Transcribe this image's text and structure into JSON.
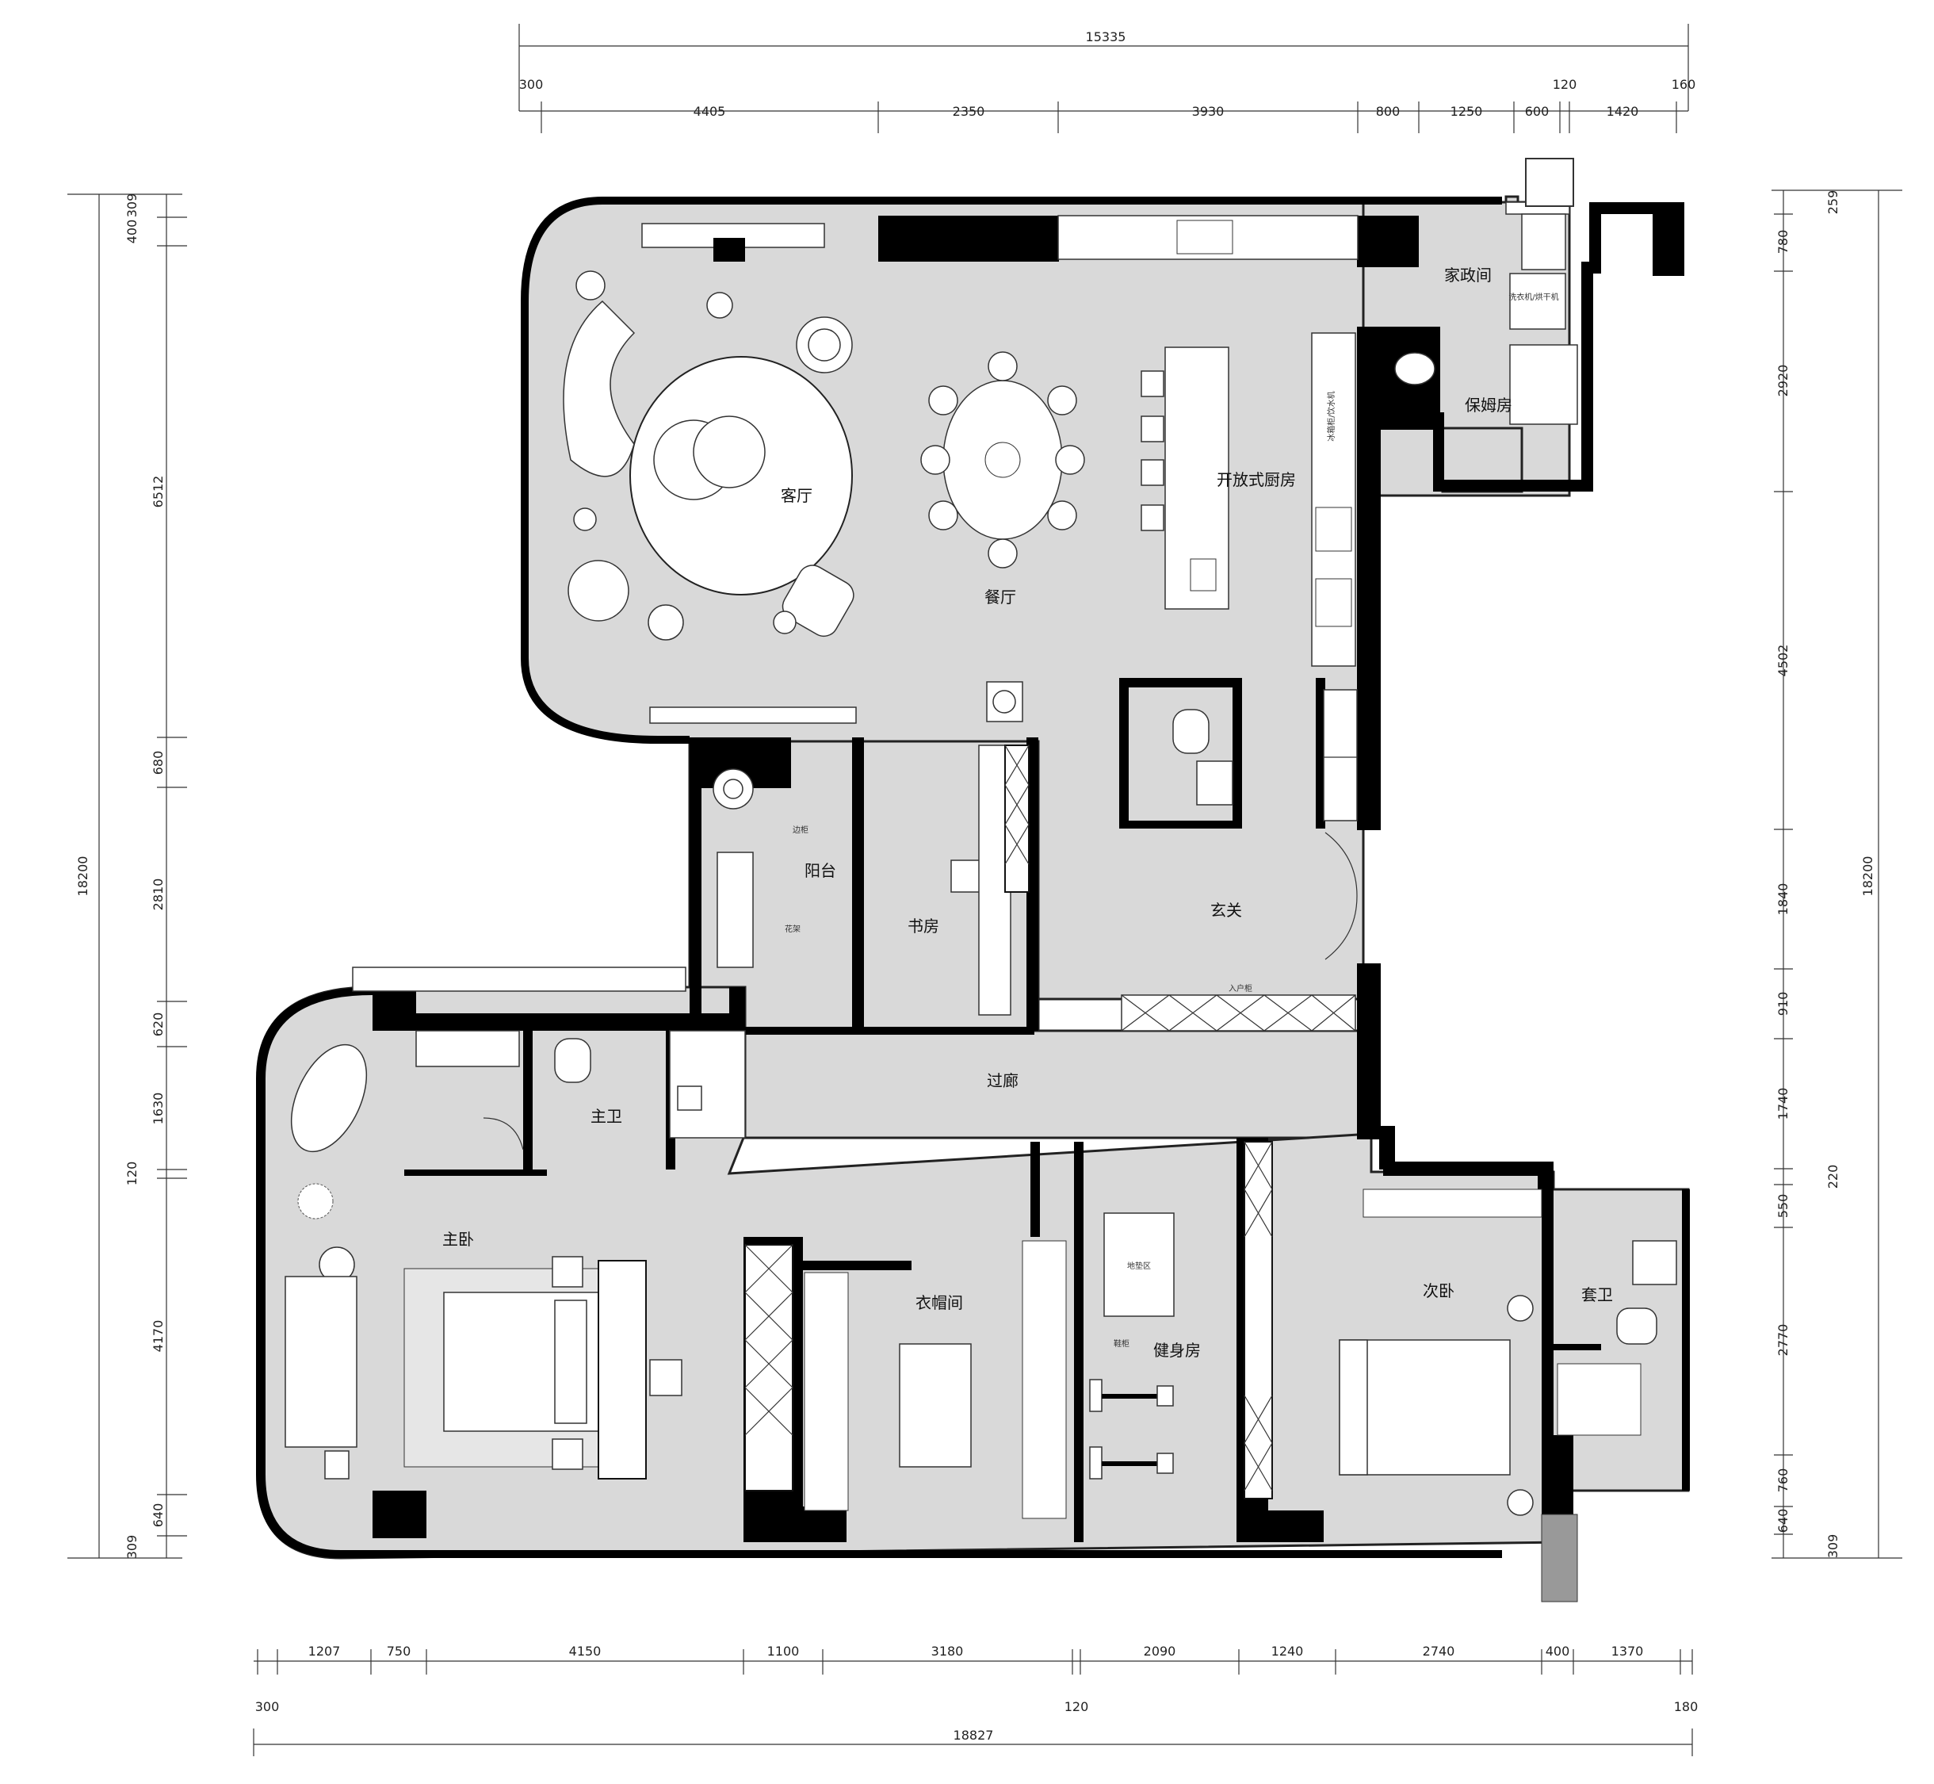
{
  "dims": {
    "top_total": "15335",
    "top_top_small": [
      "300",
      "120",
      "160"
    ],
    "top_segments": [
      "4405",
      "2350",
      "3930",
      "800",
      "1250",
      "600",
      "1420"
    ],
    "bottom_segments": [
      "1207",
      "750",
      "4150",
      "1100",
      "3180",
      "2090",
      "1240",
      "2740",
      "400",
      "1370"
    ],
    "bottom_small": [
      "300",
      "120",
      "180"
    ],
    "bottom_total": "18827",
    "left_total": "18200",
    "left_segments": [
      "309",
      "400",
      "6512",
      "680",
      "2810",
      "620",
      "1630",
      "120",
      "4170",
      "640",
      "309"
    ],
    "right_total": "18200",
    "right_segments": [
      "259",
      "780",
      "2920",
      "4502",
      "1840",
      "910",
      "1740",
      "220",
      "550",
      "2770",
      "760",
      "640",
      "309"
    ]
  },
  "rooms": {
    "living": "客厅",
    "dining": "餐厅",
    "kitchen": "开放式厨房",
    "laundry": "家政间",
    "maid": "保姆房",
    "balcony": "阳台",
    "study": "书房",
    "entry": "玄关",
    "corridor": "过廊",
    "master_bath": "主卫",
    "master_bed": "主卧",
    "wardrobe": "衣帽间",
    "gym": "健身房",
    "second_bed": "次卧",
    "suite_bath": "套卫"
  },
  "notes": {
    "washer": "洗衣机/烘干机",
    "fridge": "冰箱柜/饮水机",
    "entry_cab": "入户柜",
    "shoe": "鞋柜",
    "mat": "地垫区",
    "balcony_note1": "边柜",
    "balcony_note2": "花架"
  }
}
